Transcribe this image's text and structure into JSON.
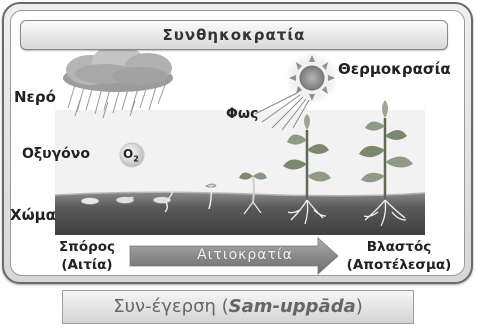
{
  "title": "Συνθηκοκρατία",
  "labels": {
    "water": "Νερό",
    "temperature": "Θερμοκρασία",
    "light": "Φως",
    "oxygen": "Οξυγόνο",
    "oxygen_symbol": "O",
    "oxygen_subscript": "2",
    "soil": "Χώμα",
    "seed_line1": "Σπόρος",
    "seed_line2": "(Αιτία)",
    "sprout_line1": "Βλαστός",
    "sprout_line2": "(Αποτέλεσμα)",
    "arrow": "Αιτιοκρατία"
  },
  "footer": {
    "prefix": "Συν-έγερση (",
    "emphasis": "Sam-uppāda",
    "suffix": ")"
  },
  "icons": [
    "rain-cloud-icon",
    "sun-icon",
    "oxygen-bubble-icon",
    "seed-icon",
    "plant-icon"
  ],
  "colors": {
    "soil_dark": "#4a4a4a",
    "soil_light": "#9a9a9a",
    "plant_leaf": "#7a8a6e",
    "arrow_fill": "#8e8e8e"
  }
}
